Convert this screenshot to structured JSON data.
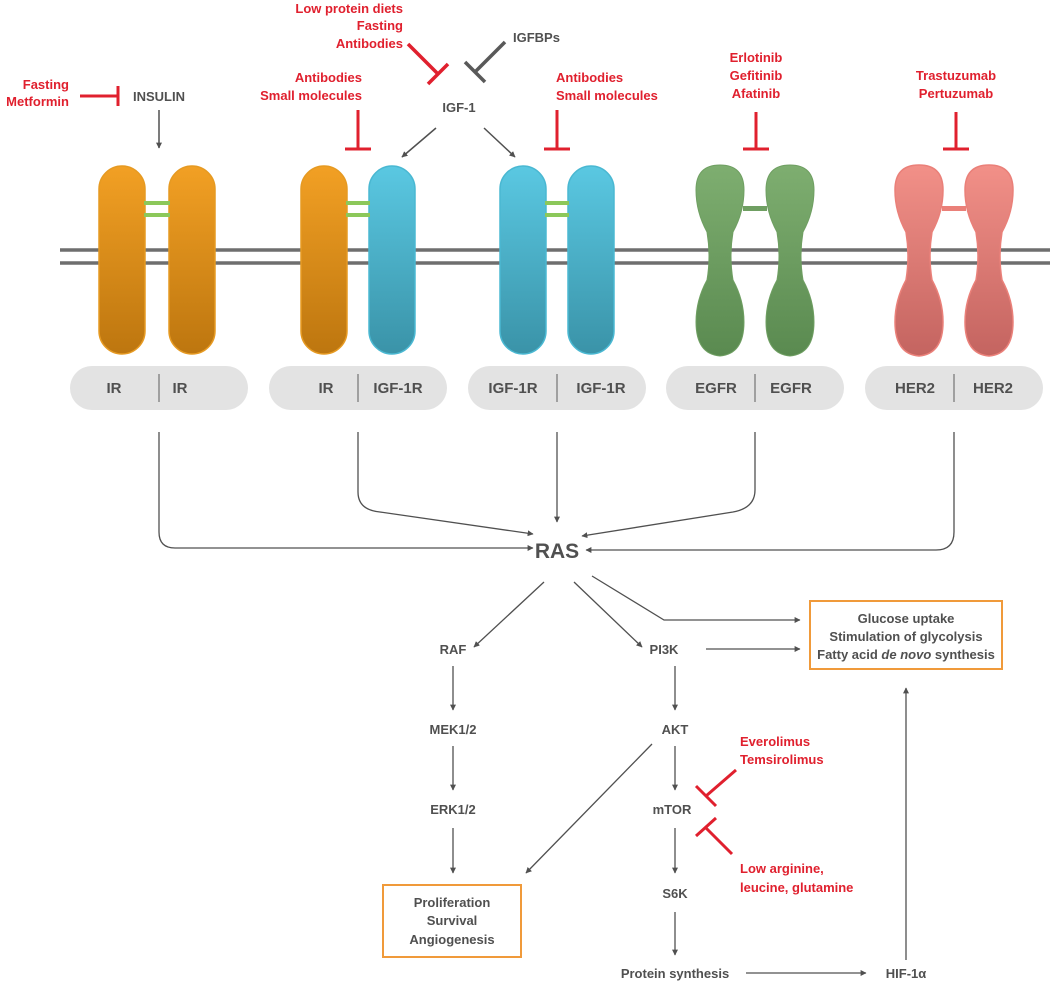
{
  "colors": {
    "inhibitor_red": "#e0202e",
    "arrow_gray": "#505050",
    "insulin_receptor": "#e8961e",
    "igf1r": "#45b4cc",
    "egfr": "#6f9f62",
    "her2": "#ea8079",
    "linker_green": "#8cc85a",
    "outcome_box": "#f09a3a"
  },
  "ligands": {
    "insulin": "INSULIN",
    "igf1": "IGF-1",
    "igfbps": "IGFBPs"
  },
  "inhibitors": {
    "insulin": [
      "Fasting",
      "Metformin"
    ],
    "igf1": [
      "Low protein diets",
      "Fasting",
      "Antibodies"
    ],
    "ir_igf1r": [
      "Antibodies",
      "Small molecules"
    ],
    "igf1r_igf1r": [
      "Antibodies",
      "Small molecules"
    ],
    "egfr": [
      "Erlotinib",
      "Gefitinib",
      "Afatinib"
    ],
    "her2": [
      "Trastuzumab",
      "Pertuzumab"
    ],
    "mtor_drugs": [
      "Everolimus",
      "Temsirolimus"
    ],
    "mtor_nutrients": [
      "Low arginine,",
      "leucine, glutamine"
    ]
  },
  "receptors": [
    {
      "left": "IR",
      "right": "IR"
    },
    {
      "left": "IR",
      "right": "IGF-1R"
    },
    {
      "left": "IGF-1R",
      "right": "IGF-1R"
    },
    {
      "left": "EGFR",
      "right": "EGFR"
    },
    {
      "left": "HER2",
      "right": "HER2"
    }
  ],
  "nodes": {
    "ras": "RAS",
    "raf": "RAF",
    "mek": "MEK1/2",
    "erk": "ERK1/2",
    "pi3k": "PI3K",
    "akt": "AKT",
    "mtor": "mTOR",
    "s6k": "S6K",
    "protein_synthesis": "Protein synthesis",
    "hif1a": "HIF-1α"
  },
  "outcomes": {
    "metabolism": {
      "line1": "Glucose uptake",
      "line2": "Stimulation of glycolysis",
      "line3_pre": "Fatty acid ",
      "line3_em": "de novo",
      "line3_post": " synthesis"
    },
    "proliferation": [
      "Proliferation",
      "Survival",
      "Angiogenesis"
    ]
  }
}
